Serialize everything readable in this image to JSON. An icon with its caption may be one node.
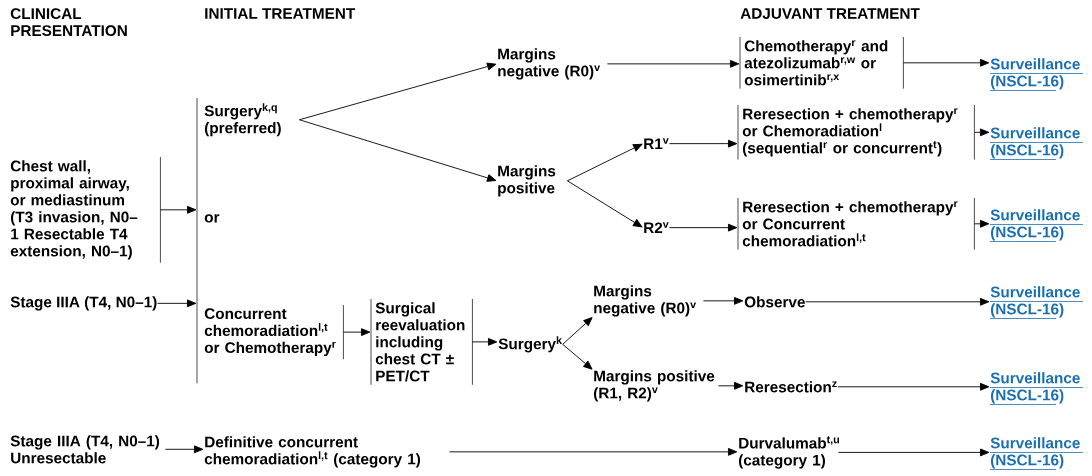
{
  "diagram": {
    "nodes": [
      {
        "text": [
          "Chest wall, proximal airway, or mediastinum (T3 invasion, N0–1 Resectable T4 extension, N0–1)"
        ]
      },
      {
        "text": [
          "Stage IIIA (T4, N0–1)"
        ]
      },
      {
        "text": [
          "Stage IIIA (T4, N0–1) Unresectable"
        ]
      },
      {
        "text": [
          "or"
        ]
      },
      {
        "text": [
          "Surgery$^{k,q}$ (preferred)"
        ]
      },
      {
        "text": [
          "Concurrent chemoradiation$^{l,t}$ or Chemotherapy$^{r}$"
        ]
      },
      {
        "text": [
          "Surgical reevaluation including chest CT ± PET/CT"
        ]
      },
      {
        "text": [
          "Surgery$^{k}$"
        ]
      },
      {
        "text": [
          "Margins negative (R0)$^{v}$"
        ]
      },
      {
        "text": [
          "Margins positive"
        ]
      },
      {
        "text": [
          "R1$^{v}$"
        ]
      },
      {
        "text": [
          "R2$^{v}$"
        ]
      },
      {
        "text": [
          "Chemotherapy$^{r}$ and atezolizumab$^{r,w}$ or osimertinib$^{r,x}$"
        ]
      },
      {
        "text": [
          "Reresection + chemotherapy$^{r}$ or Chemoradiation$^{l}$ (sequential$^{r}$ or concurrent$^{t}$)"
        ]
      },
      {
        "text": [
          "Reresection + chemotherapy$^{r}$ or Concurrent chemoradiation$^{l,t}$"
        ]
      },
      {
        "text": [
          "Surveillance (NSCL-16)"
        ]
      },
      {
        "text": [
          "Surveillance (NSCL-16)"
        ]
      },
      {
        "text": [
          "Surveillance (NSCL-16)"
        ]
      },
      {
        "text": [
          "Margins negative (R0)$^{v}$"
        ]
      },
      {
        "text": [
          "Margins positive (R1, R2)$^{v}$"
        ]
      },
      {
        "text": [
          "Observe"
        ]
      },
      {
        "text": [
          "Reresection$^{z}$"
        ]
      },
      {
        "text": [
          "Surveillance (NSCL-16)"
        ]
      },
      {
        "text": [
          "Surveillance (NSCL-16)"
        ]
      },
      {
        "text": [
          "Definitive concurrent chemoradiation$^{l,t}$ (category 1)"
        ]
      },
      {
        "text": [
          "Durvalumab$^{t,u}$ (category 1)"
        ]
      },
      {
        "text": [
          "Surveillance (NSCL-16)"
        ]
      }
    ],
    "edges": [
      {
        "from": 0,
        "to": 3,
        "arrow": "to"
      },
      {
        "from": 1,
        "to": 3,
        "arrow": "to"
      },
      {
        "from": 2,
        "to": 24,
        "arrow": "to"
      },
      {
        "from": 4,
        "to": 8,
        "arrow": "to"
      },
      {
        "from": 4,
        "to": 9,
        "arrow": "to"
      },
      {
        "from": 8,
        "to": 12,
        "arrow": "to"
      },
      {
        "from": 9,
        "to": 10,
        "arrow": "to"
      },
      {
        "from": 9,
        "to": 11,
        "arrow": "to"
      },
      {
        "from": 10,
        "to": 13,
        "arrow": "to"
      },
      {
        "from": 11,
        "to": 14,
        "arrow": "to"
      },
      {
        "from": 12,
        "to": 15,
        "arrow": "to"
      },
      {
        "from": 13,
        "to": 16,
        "arrow": "to"
      },
      {
        "from": 14,
        "to": 17,
        "arrow": "to"
      },
      {
        "from": 5,
        "to": 6,
        "arrow": "to"
      },
      {
        "from": 6,
        "to": 7,
        "arrow": "to"
      },
      {
        "from": 7,
        "to": 18,
        "arrow": "to"
      },
      {
        "from": 7,
        "to": 19,
        "arrow": "to"
      },
      {
        "from": 18,
        "to": 20,
        "arrow": "to"
      },
      {
        "from": 19,
        "to": 21,
        "arrow": "to"
      },
      {
        "from": 20,
        "to": 22,
        "arrow": "to"
      },
      {
        "from": 21,
        "to": 23,
        "arrow": "to"
      },
      {
        "from": 24,
        "to": 25,
        "arrow": "to"
      },
      {
        "from": 25,
        "to": 26,
        "arrow": "to"
      }
    ],
    "labels": [
      "CLINICAL PRESENTATION",
      "INITIAL TREATMENT",
      "ADJUVANT TREATMENT"
    ]
  }
}
